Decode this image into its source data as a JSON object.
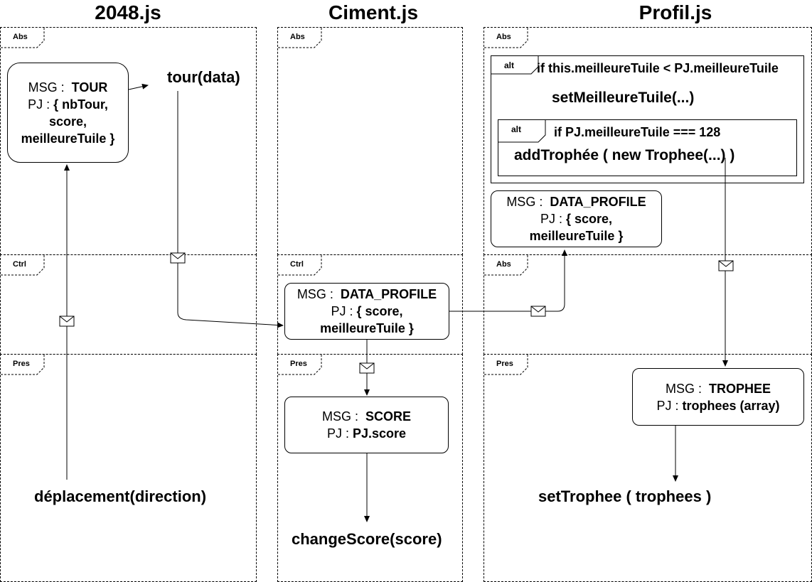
{
  "columns": [
    "2048.js",
    "Ciment.js",
    "Profil.js"
  ],
  "lanes": {
    "abs": "Abs",
    "ctrl": "Ctrl",
    "pres": "Pres"
  },
  "msg_tour": {
    "msg_prefix": "MSG :",
    "msg": "TOUR",
    "pj_prefix": "PJ :",
    "pj_line1": "{ nbTour,",
    "pj_line2": "score,",
    "pj_line3": "meilleureTuile }"
  },
  "tour_call": "tour(data)",
  "deplacement_call": "déplacement(direction)",
  "ciment_ctrl_msg": {
    "msg_prefix": "MSG :",
    "msg": "DATA_PROFILE",
    "pj_prefix": "PJ :",
    "pj_line1": "{ score,",
    "pj_line2": "meilleureTuile }"
  },
  "ciment_pres_msg": {
    "msg_prefix": "MSG :",
    "msg": "SCORE",
    "pj_prefix": "PJ :",
    "pj": "PJ.score"
  },
  "change_score_call": "changeScore(score)",
  "profil_alt_outer": {
    "tag": "alt",
    "condition": "if this.meilleureTuile < PJ.meilleureTuile",
    "call": "setMeilleureTuile(...)"
  },
  "profil_alt_inner": {
    "tag": "alt",
    "condition": "if PJ.meilleureTuile === 128",
    "call": "addTrophée ( new Trophee(...) )"
  },
  "profil_abs_msg": {
    "msg_prefix": "MSG :",
    "msg": "DATA_PROFILE",
    "pj_prefix": "PJ :",
    "pj_line1": "{ score,",
    "pj_line2": "meilleureTuile }"
  },
  "profil_pres_msg": {
    "msg_prefix": "MSG :",
    "msg": "TROPHEE",
    "pj_prefix": "PJ :",
    "pj": "trophees (array)"
  },
  "set_trophee_call": "setTrophee ( trophees )"
}
